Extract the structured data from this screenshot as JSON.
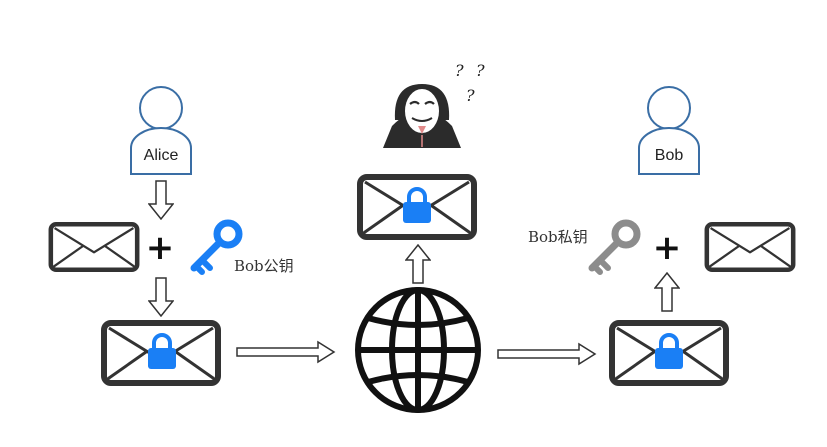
{
  "colors": {
    "person_outline": "#3a6ea5",
    "envelope_border": "#333333",
    "lock": "#1a7ff5",
    "public_key": "#1a7ff5",
    "private_key": "#8c8c8c",
    "globe": "#111111",
    "hacker": "#2b2b2b"
  },
  "alice": {
    "label": "Alice"
  },
  "bob": {
    "label": "Bob"
  },
  "public_key": {
    "label": "Bob公钥",
    "icon": "key-icon"
  },
  "private_key": {
    "label": "Bob私钥",
    "icon": "key-icon"
  },
  "plus_sign": "+",
  "hacker": {
    "marks": [
      "?",
      "?",
      "?"
    ],
    "icon": "hacker-icon"
  },
  "network": {
    "icon": "globe-icon"
  }
}
